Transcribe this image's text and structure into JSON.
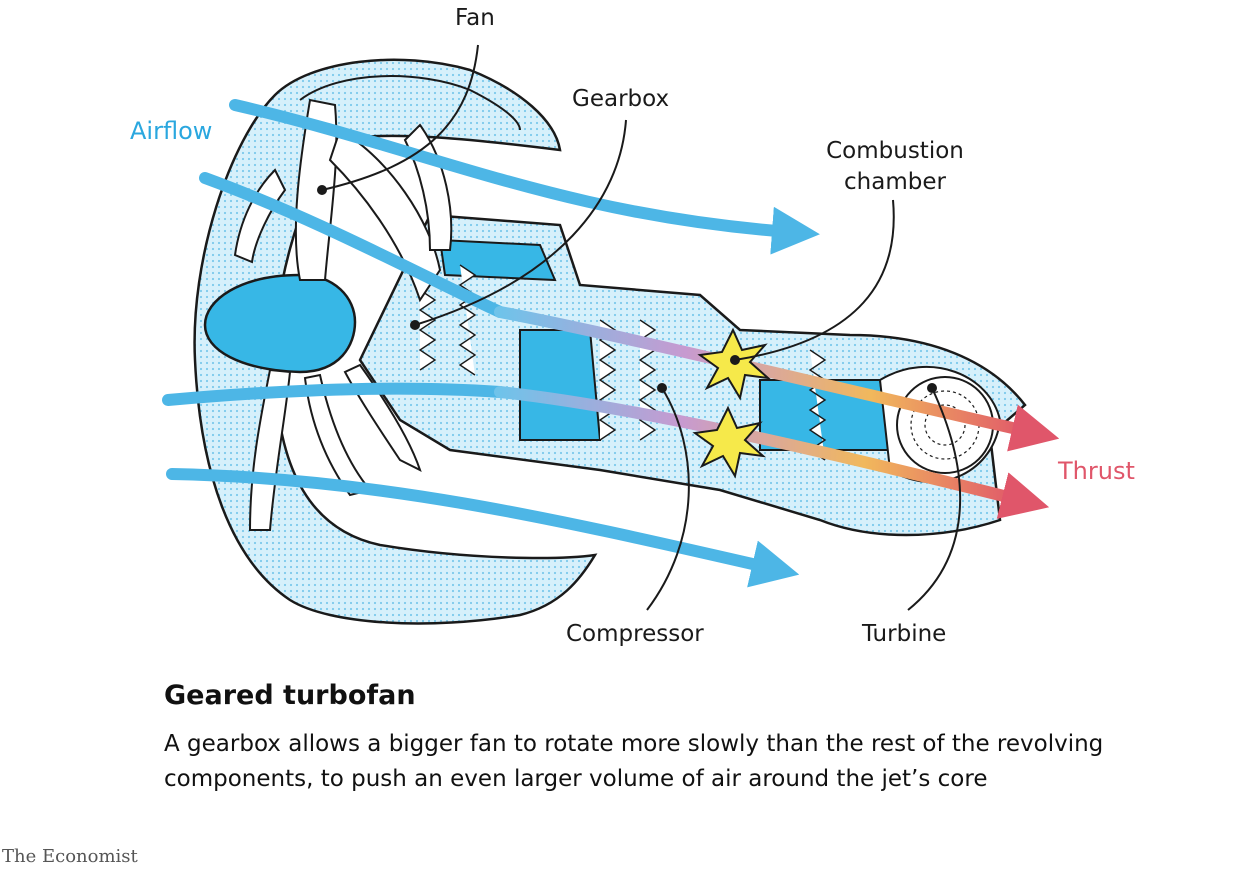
{
  "labels": {
    "fan": "Fan",
    "gearbox": "Gearbox",
    "airflow": "Airflow",
    "combustion_line1": "Combustion",
    "combustion_line2": "chamber",
    "compressor": "Compressor",
    "turbine": "Turbine",
    "thrust": "Thrust"
  },
  "title": "Geared turbofan",
  "caption": "A gearbox allows a bigger fan to rotate more slowly than the rest of the revolving components, to push an even larger volume of air around the jet’s core",
  "source": "The Economist",
  "colors": {
    "airflow": "#4db6e6",
    "casing_fill": "#bfe6f7",
    "engine_blue": "#37b7e6",
    "thrust": "#e0566a",
    "spark": "#f6e94a",
    "outline": "#1a1a1a"
  }
}
